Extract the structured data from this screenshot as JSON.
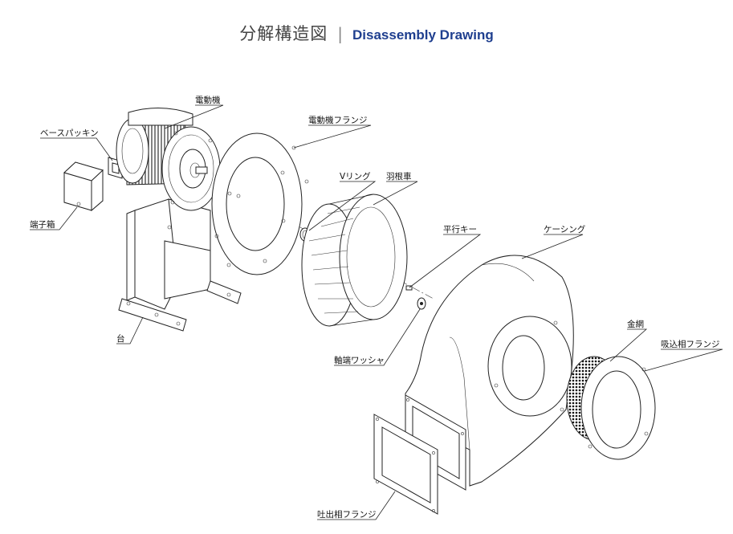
{
  "header": {
    "title_jp": "分解構造図",
    "separator": "|",
    "title_en": "Disassembly Drawing"
  },
  "colors": {
    "title_en": "#1f3f8f",
    "line": "#222222"
  },
  "labels": {
    "motor": "電動機",
    "base_packing": "ベースパッキン",
    "terminal_box": "端子箱",
    "stand": "台",
    "motor_flange": "電動機フランジ",
    "v_ring": "Vリング",
    "impeller": "羽根車",
    "parallel_key": "平行キー",
    "shaft_end_washer": "軸端ワッシャ",
    "casing": "ケーシング",
    "wire_mesh": "金網",
    "suction_flange": "吸込相フランジ",
    "discharge_flange": "吐出相フランジ"
  }
}
